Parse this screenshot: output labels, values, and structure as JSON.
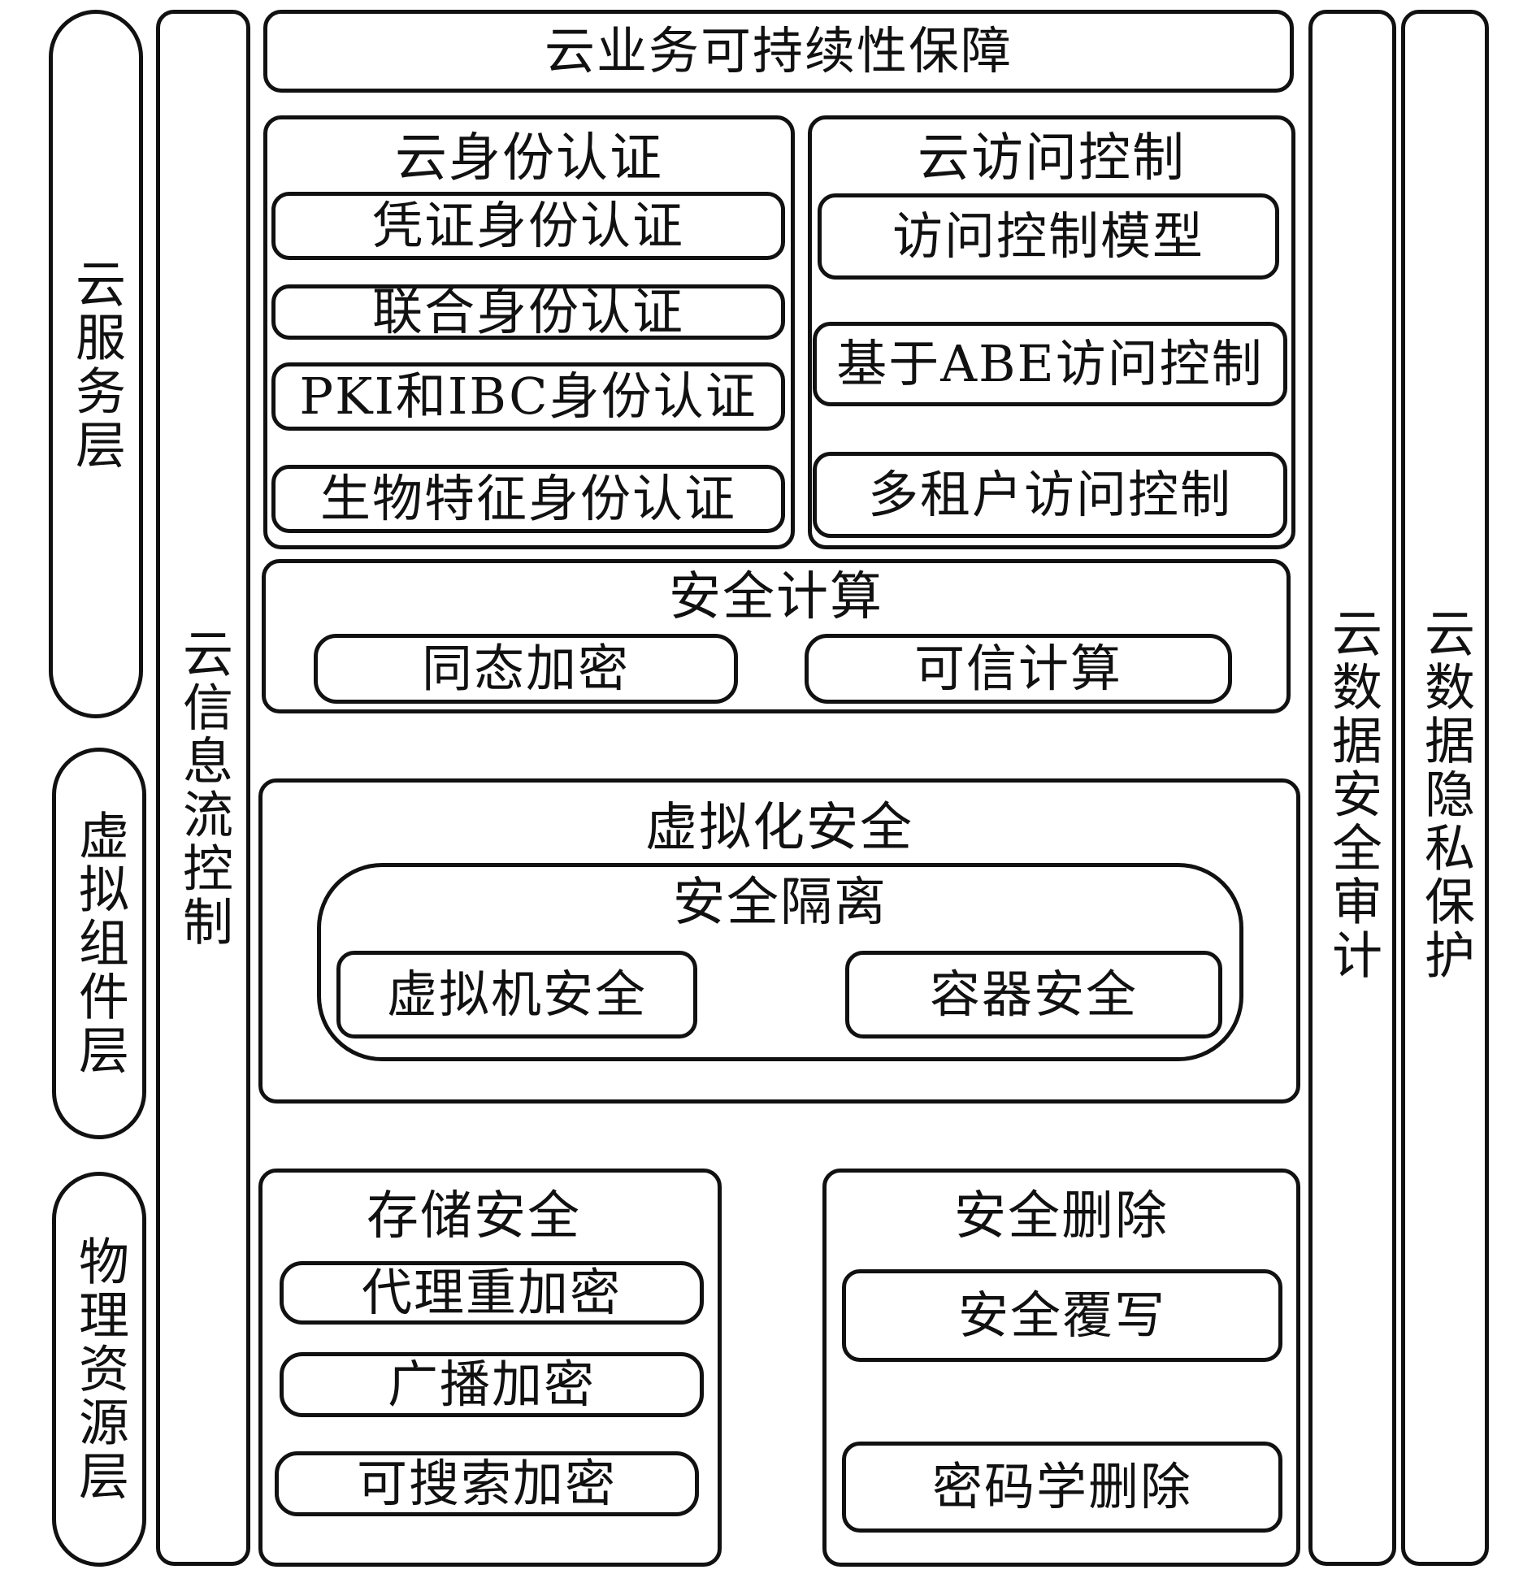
{
  "left_layers": {
    "service": "云服务层",
    "virtual": "虚拟组件层",
    "physical": "物理资源层"
  },
  "info_flow": "云信息流控制",
  "right_columns": {
    "audit": "云数据安全审计",
    "privacy": "云数据隐私保护"
  },
  "continuity": "云业务可持续性保障",
  "identity": {
    "title": "云身份认证",
    "items": [
      "凭证身份认证",
      "联合身份认证",
      "PKI和IBC身份认证",
      "生物特征身份认证"
    ]
  },
  "access": {
    "title": "云访问控制",
    "items": [
      "访问控制模型",
      "基于ABE访问控制",
      "多租户访问控制"
    ]
  },
  "secure_compute": {
    "title": "安全计算",
    "items": [
      "同态加密",
      "可信计算"
    ]
  },
  "virtualization": {
    "title": "虚拟化安全",
    "isolation": {
      "title": "安全隔离",
      "items": [
        "虚拟机安全",
        "容器安全"
      ]
    }
  },
  "storage": {
    "title": "存储安全",
    "items": [
      "代理重加密",
      "广播加密",
      "可搜索加密"
    ]
  },
  "deletion": {
    "title": "安全删除",
    "items": [
      "安全覆写",
      "密码学删除"
    ]
  }
}
